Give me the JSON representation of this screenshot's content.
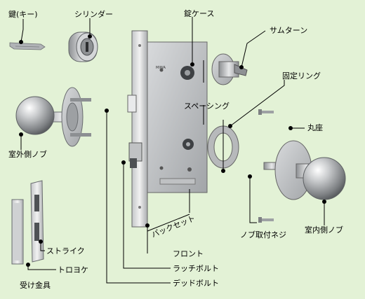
{
  "labels": {
    "key": "鍵(キー)",
    "cylinder": "シリンダー",
    "lock_case": "錠ケース",
    "thumbturn": "サムターン",
    "fixing_ring": "固定リング",
    "spacing": "スペーシング",
    "rose": "丸座",
    "outer_knob": "室外側ノブ",
    "backset": "バックセット",
    "knob_screw": "ノブ取付ネジ",
    "inner_knob": "室内側ノブ",
    "strike": "ストライク",
    "dust_box": "トロヨケ",
    "strike_set": "受け金具",
    "front": "フロント",
    "latch_bolt": "ラッチボルト",
    "deadbolt": "デッドボルト"
  },
  "case_text": "MIWA"
}
